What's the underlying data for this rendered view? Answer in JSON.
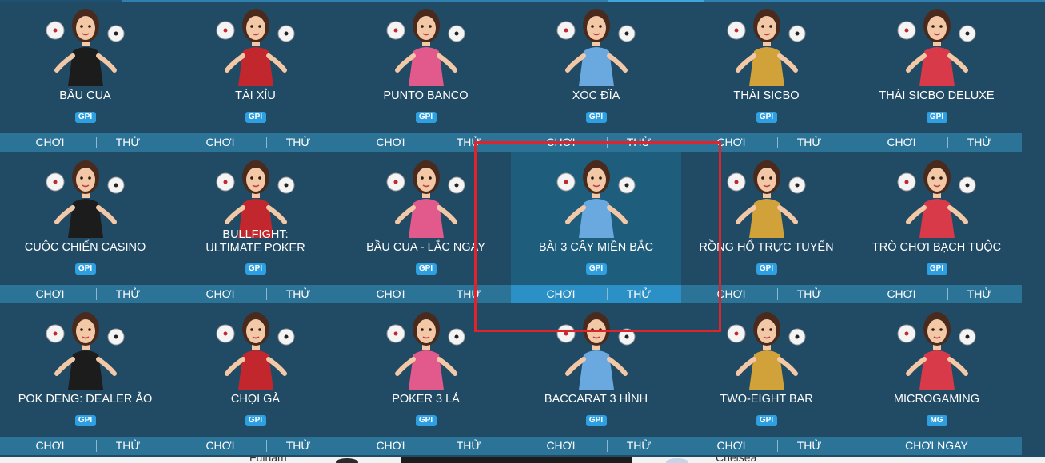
{
  "colors": {
    "panel": "#214a64",
    "action_bar": "#2b7397",
    "badge": "#2e9fe0",
    "highlight": "#e0242b"
  },
  "rows": [
    [
      {
        "name": "BẦU CUA",
        "badge": "GPI",
        "play": "CHƠI",
        "try": "THỬ",
        "art": "dealer-dice-icon"
      },
      {
        "name": "TÀI XỈU",
        "badge": "GPI",
        "play": "CHƠI",
        "try": "THỬ",
        "art": "dealer-lottery-balls-icon"
      },
      {
        "name": "PUNTO BANCO",
        "badge": "GPI",
        "play": "CHƠI",
        "try": "THỬ",
        "art": "dealer-cards-icon"
      },
      {
        "name": "XÓC ĐĨA",
        "badge": "GPI",
        "play": "CHƠI",
        "try": "THỬ",
        "art": "dealer-coins-icon"
      },
      {
        "name": "THÁI SICBO",
        "badge": "GPI",
        "play": "CHƠI",
        "try": "THỬ",
        "art": "thai-dealer-dice-icon"
      },
      {
        "name": "THÁI SICBO DELUXE",
        "badge": "GPI",
        "play": "CHƠI",
        "try": "THỬ",
        "art": "dealer-hat-icon"
      }
    ],
    [
      {
        "name": "CUỘC CHIẾN CASINO",
        "badge": "GPI",
        "play": "CHƠI",
        "try": "THỬ",
        "art": "gentleman-cards-icon"
      },
      {
        "name": "BULLFIGHT:\nULTIMATE POKER",
        "badge": "GPI",
        "play": "CHƠI",
        "try": "THỬ",
        "art": "bull-girl-icon"
      },
      {
        "name": "BẦU CUA - LẮC NGAY",
        "badge": "GPI",
        "play": "CHƠI",
        "try": "THỬ",
        "art": "crab-fish-icon"
      },
      {
        "name": "BÀI 3 CÂY MIỀN BẮC",
        "badge": "GPI",
        "play": "CHƠI",
        "try": "THỬ",
        "art": "red-dress-dealer-icon"
      },
      {
        "name": "RỒNG HỔ TRỰC TUYẾN",
        "badge": "GPI",
        "play": "CHƠI",
        "try": "THỬ",
        "art": "dragon-tiger-icon"
      },
      {
        "name": "TRÒ CHƠI BẠCH TUỘC",
        "badge": "GPI",
        "play": "CHƠI",
        "try": "THỬ",
        "art": "masked-figure-icon"
      }
    ],
    [
      {
        "name": "POK DENG: DEALER ẢO",
        "badge": "GPI",
        "play": "CHƠI",
        "try": "THỬ",
        "art": "cat-girl-icon"
      },
      {
        "name": "CHỌI GÀ",
        "badge": "GPI",
        "play": "CHƠI",
        "try": "THỬ",
        "art": "roosters-icon"
      },
      {
        "name": "POKER 3 LÁ",
        "badge": "GPI",
        "play": "CHƠI",
        "try": "THỬ",
        "art": "saluting-man-cards-icon"
      },
      {
        "name": "BACCARAT 3 HÌNH",
        "badge": "GPI",
        "play": "CHƠI",
        "try": "THỬ",
        "art": "dealer-crown-cards-icon"
      },
      {
        "name": "TWO-EIGHT BAR",
        "badge": "GPI",
        "play": "CHƠI",
        "try": "THỬ",
        "art": "dealer-tiles-icon"
      },
      {
        "name": "MICROGAMING",
        "badge": "MG",
        "play_now": "CHƠI NGAY",
        "art": "robot-icon"
      }
    ]
  ],
  "footer": {
    "left_text": "Fulham",
    "right_text": "Chelsea"
  }
}
